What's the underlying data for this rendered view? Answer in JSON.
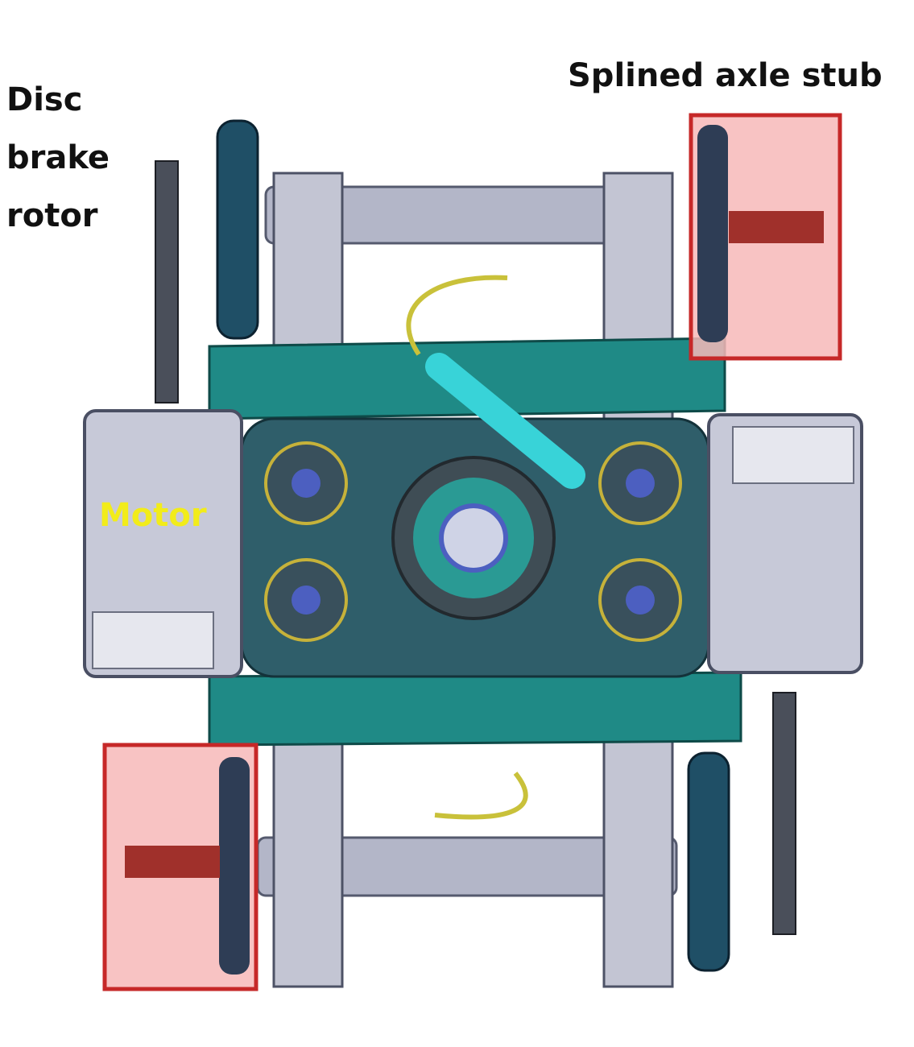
{
  "labels": {
    "disc_brake_rotor": "Disc brake rotor",
    "splined_axle_stub": "Splined axle stub",
    "motor": "Motor"
  },
  "colors": {
    "highlight_box": "#c62828",
    "highlight_fill": "#f7b9b9",
    "frame": "#b9bccb",
    "wheel": "#1f4f66",
    "teal_structure": "#1f8a86",
    "motor_label": "#f2ec1a"
  }
}
